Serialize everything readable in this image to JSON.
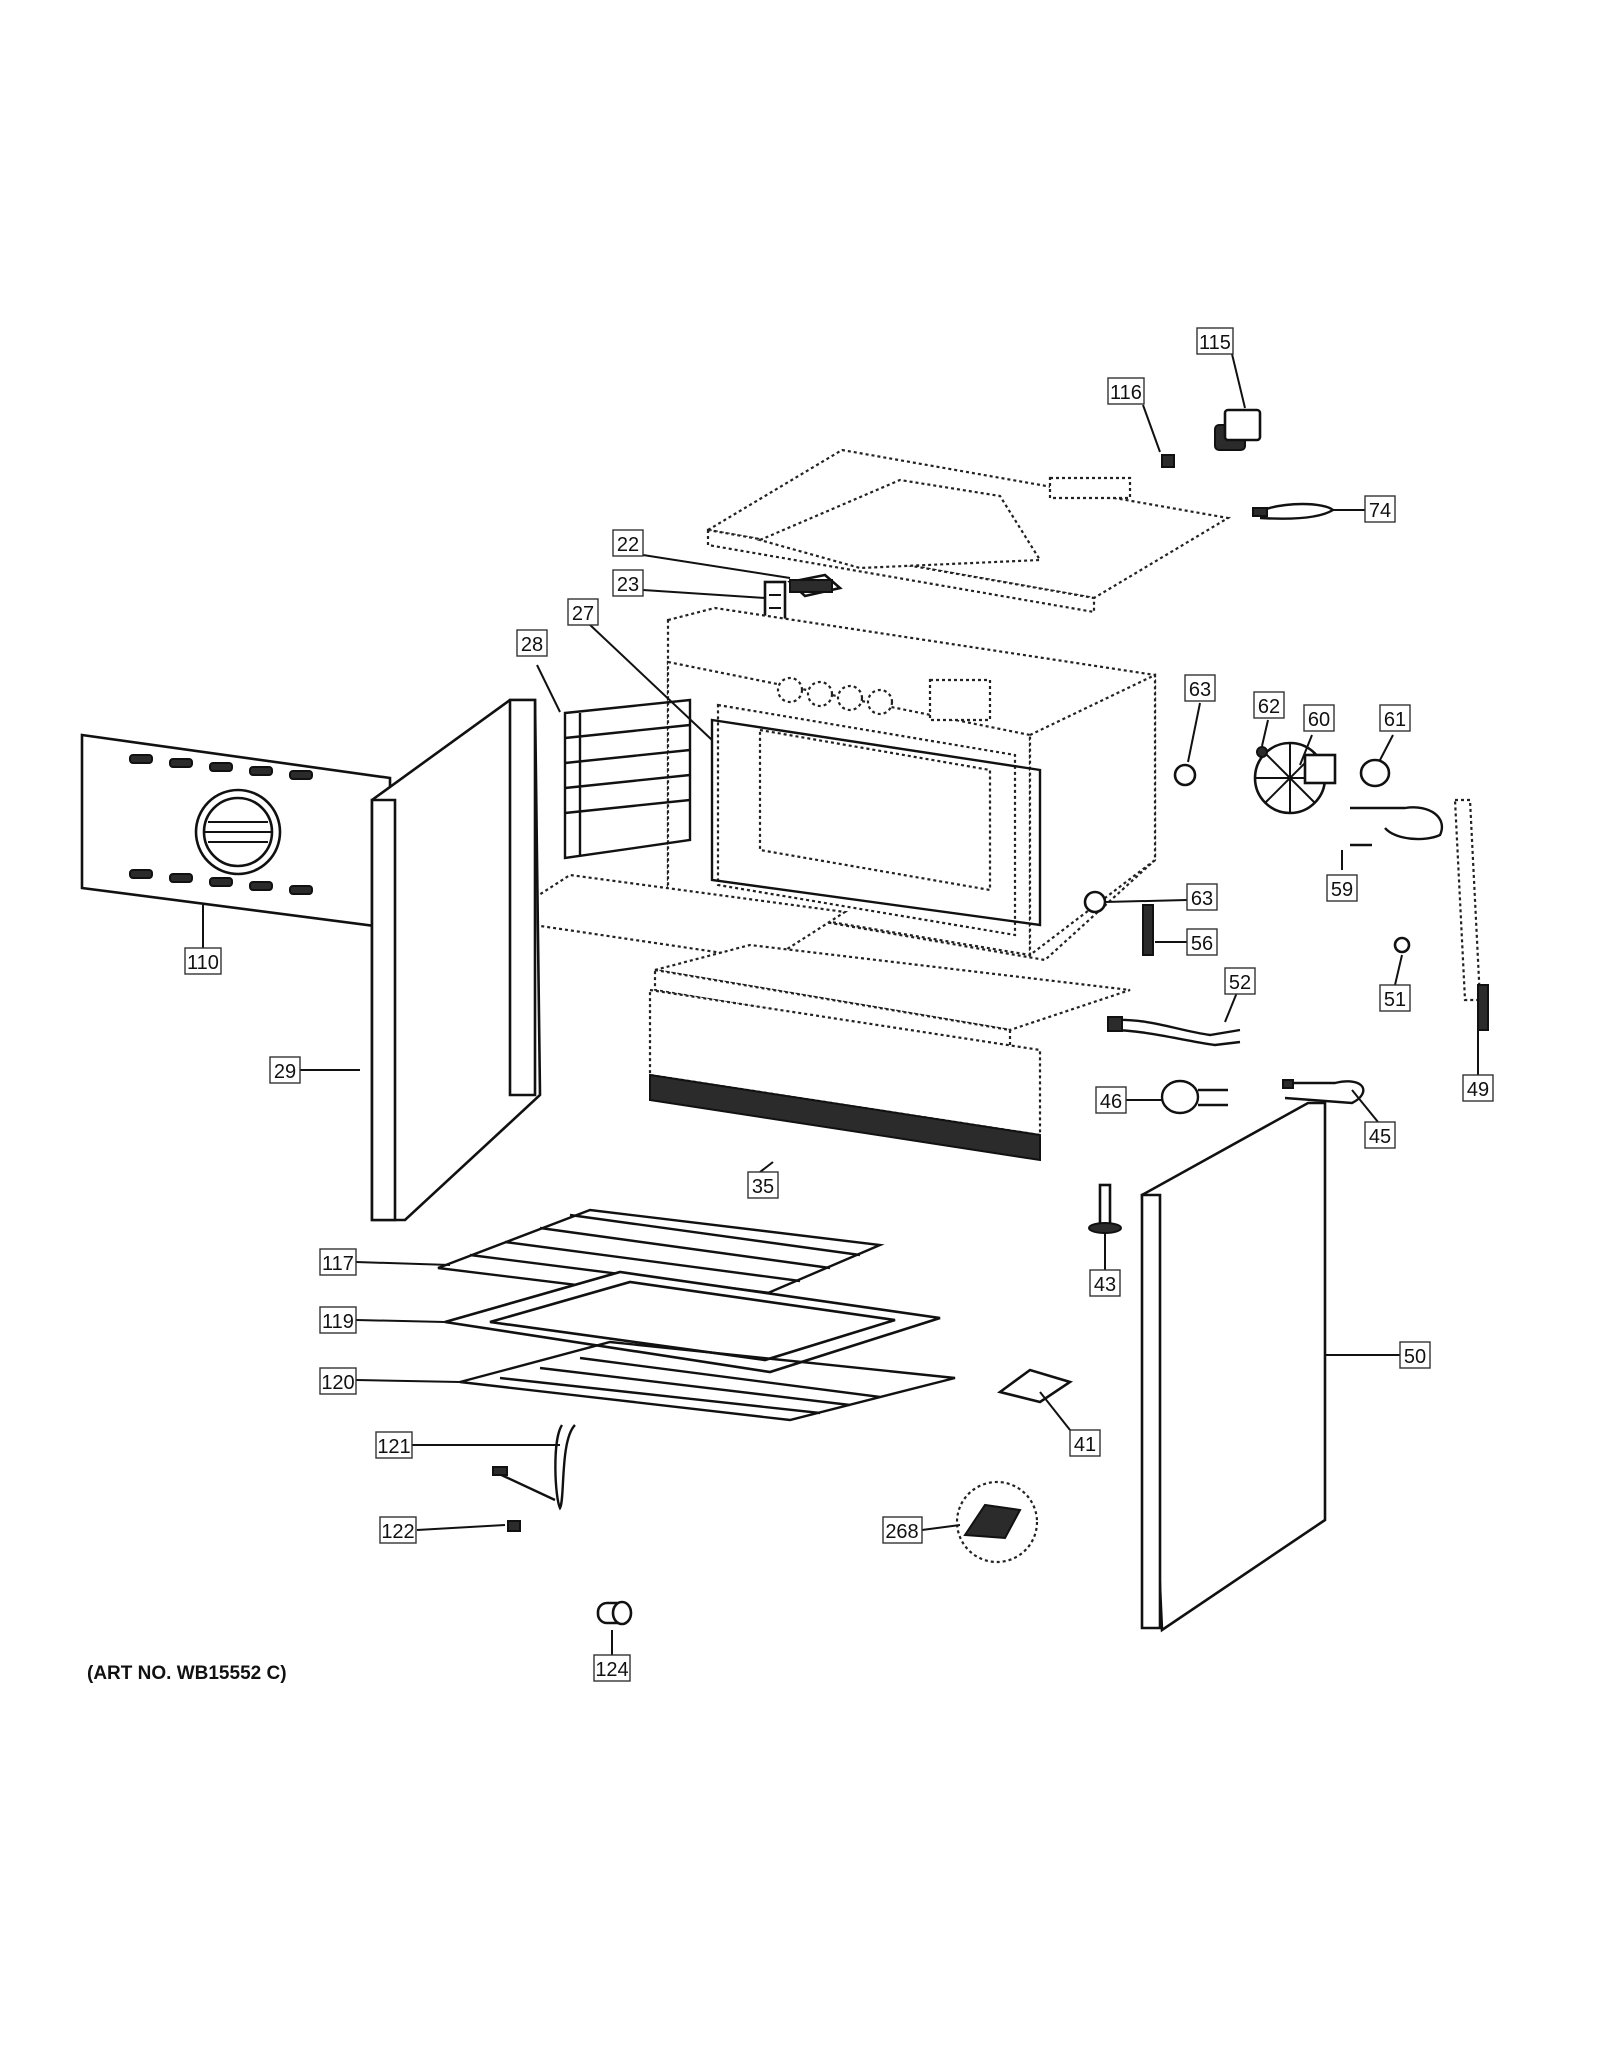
{
  "art_note": "(ART NO. WB15552 C)",
  "callouts": [
    {
      "id": "c115",
      "label": "115"
    },
    {
      "id": "c116",
      "label": "116"
    },
    {
      "id": "c74",
      "label": "74"
    },
    {
      "id": "c22",
      "label": "22"
    },
    {
      "id": "c23",
      "label": "23"
    },
    {
      "id": "c27",
      "label": "27"
    },
    {
      "id": "c28",
      "label": "28"
    },
    {
      "id": "c63a",
      "label": "63"
    },
    {
      "id": "c62",
      "label": "62"
    },
    {
      "id": "c60",
      "label": "60"
    },
    {
      "id": "c61",
      "label": "61"
    },
    {
      "id": "c59",
      "label": "59"
    },
    {
      "id": "c63b",
      "label": "63"
    },
    {
      "id": "c110",
      "label": "110"
    },
    {
      "id": "c56",
      "label": "56"
    },
    {
      "id": "c51",
      "label": "51"
    },
    {
      "id": "c52",
      "label": "52"
    },
    {
      "id": "c49",
      "label": "49"
    },
    {
      "id": "c29",
      "label": "29"
    },
    {
      "id": "c46",
      "label": "46"
    },
    {
      "id": "c45",
      "label": "45"
    },
    {
      "id": "c35",
      "label": "35"
    },
    {
      "id": "c43",
      "label": "43"
    },
    {
      "id": "c117",
      "label": "117"
    },
    {
      "id": "c50",
      "label": "50"
    },
    {
      "id": "c119",
      "label": "119"
    },
    {
      "id": "c120",
      "label": "120"
    },
    {
      "id": "c41",
      "label": "41"
    },
    {
      "id": "c121",
      "label": "121"
    },
    {
      "id": "c268",
      "label": "268"
    },
    {
      "id": "c122",
      "label": "122"
    },
    {
      "id": "c124",
      "label": "124"
    }
  ]
}
